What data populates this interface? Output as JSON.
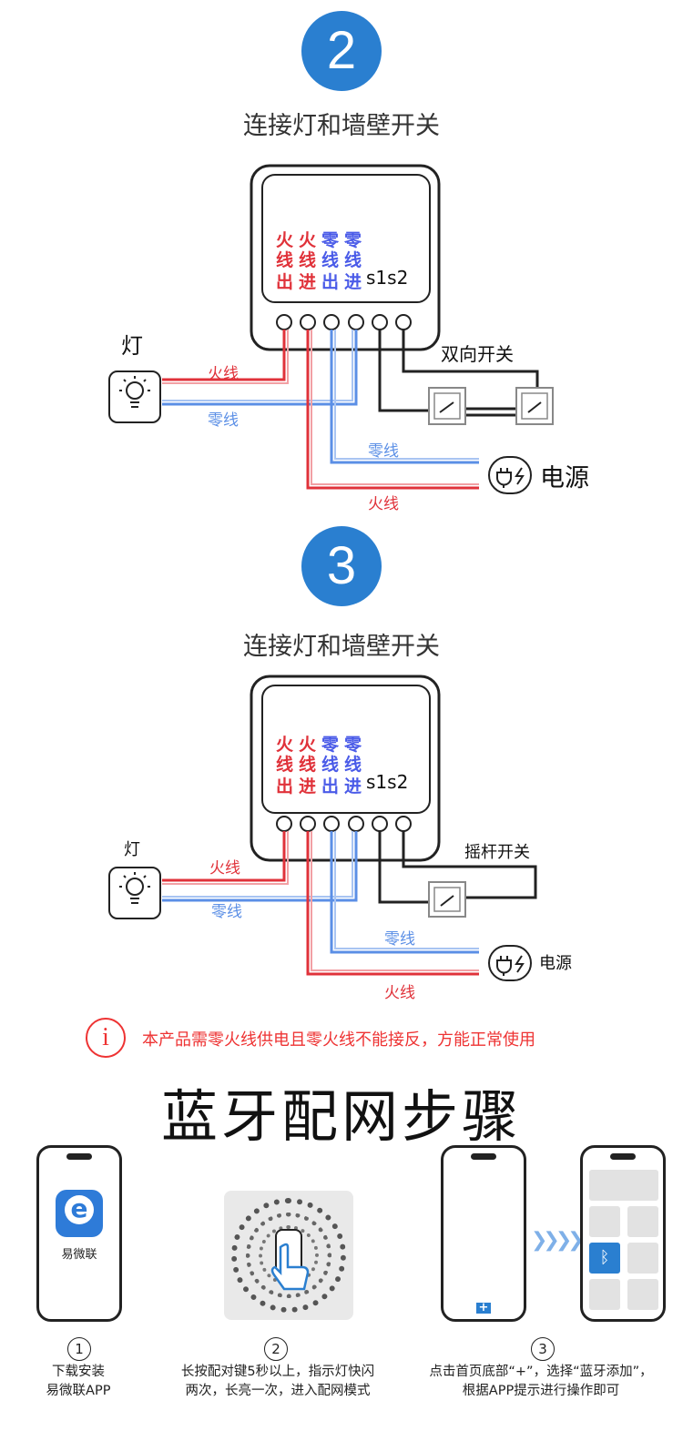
{
  "section2": {
    "number": "2",
    "title": "连接灯和墙壁开关",
    "terminal_labels": {
      "col1": [
        "火",
        "线",
        "出"
      ],
      "col2": [
        "火",
        "线",
        "进"
      ],
      "col3": [
        "零",
        "线",
        "出"
      ],
      "col4": [
        "零",
        "线",
        "进"
      ],
      "s": "s1s2"
    },
    "lamp_label": "灯",
    "live_wire": "火线",
    "neutral_wire": "零线",
    "switch_label": "双向开关",
    "power_label": "电源",
    "neutral_wire_power": "零线",
    "live_wire_power": "火线"
  },
  "section3": {
    "number": "3",
    "title": "连接灯和墙壁开关",
    "terminal_labels": {
      "col1": [
        "火",
        "线",
        "出"
      ],
      "col2": [
        "火",
        "线",
        "进"
      ],
      "col3": [
        "零",
        "线",
        "出"
      ],
      "col4": [
        "零",
        "线",
        "进"
      ],
      "s": "s1s2"
    },
    "lamp_label": "灯",
    "live_wire": "火线",
    "neutral_wire": "零线",
    "switch_label": "摇杆开关",
    "power_label": "电源",
    "neutral_wire_power": "零线",
    "live_wire_power": "火线"
  },
  "warning": {
    "icon": "i",
    "text": "本产品需零火线供电且零火线不能接反，方能正常使用"
  },
  "bluetooth": {
    "title": "蓝牙配网步骤",
    "app_name": "易微联",
    "app_letter": "e",
    "plus": "+",
    "bt_symbol": "ᛒ",
    "steps": [
      {
        "num": "1",
        "lines": [
          "下载安装",
          "易微联APP"
        ]
      },
      {
        "num": "2",
        "lines": [
          "长按配对键5秒以上，指示灯快闪",
          "两次，长亮一次，进入配网模式"
        ]
      },
      {
        "num": "3",
        "lines": [
          "点击首页底部“+”，选择“蓝牙添加”，",
          "根据APP提示进行操作即可"
        ]
      }
    ]
  },
  "colors": {
    "accent_blue": "#2a7fd0",
    "live_red": "#e0323a",
    "neutral_blue": "#5b8fe6",
    "warn_red": "#e33333"
  }
}
